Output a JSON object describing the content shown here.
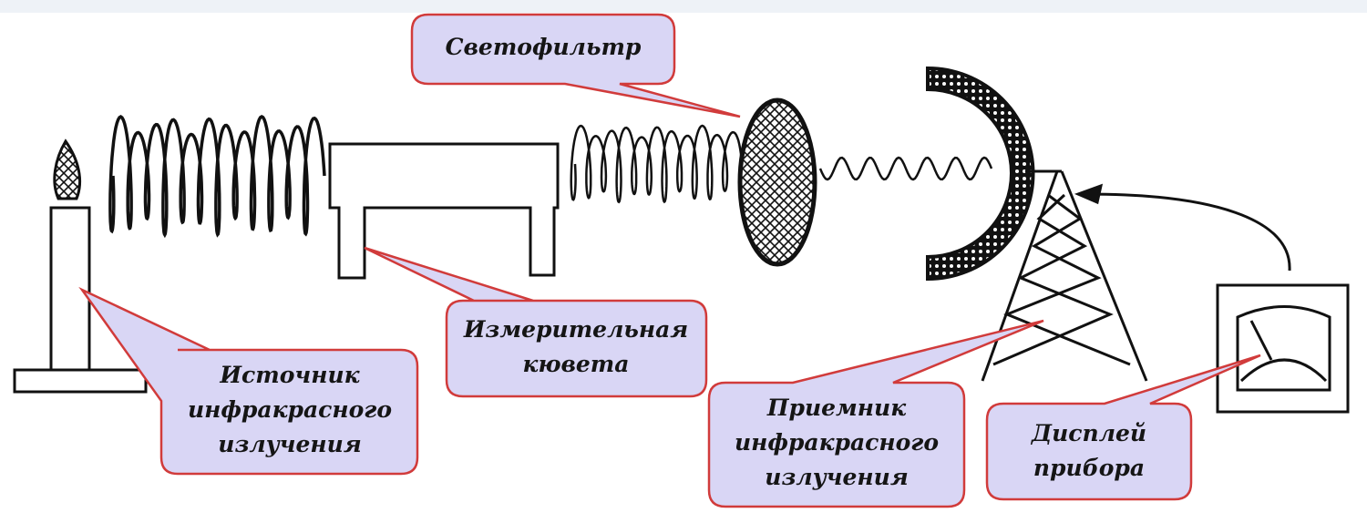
{
  "labels": {
    "filter": "Светофильтр",
    "source": [
      "Источник",
      "инфракрасного",
      "излучения"
    ],
    "cuvette": [
      "Измерительная",
      "кювета"
    ],
    "receiver": [
      "Приемник",
      "инфракрасного",
      "излучения"
    ],
    "display": [
      "Дисплей",
      "прибора"
    ]
  },
  "colors": {
    "callout_fill": "#d9d6f5",
    "callout_stroke": "#d13b3b",
    "ink": "#111111",
    "top_band": "#eef2f7"
  }
}
